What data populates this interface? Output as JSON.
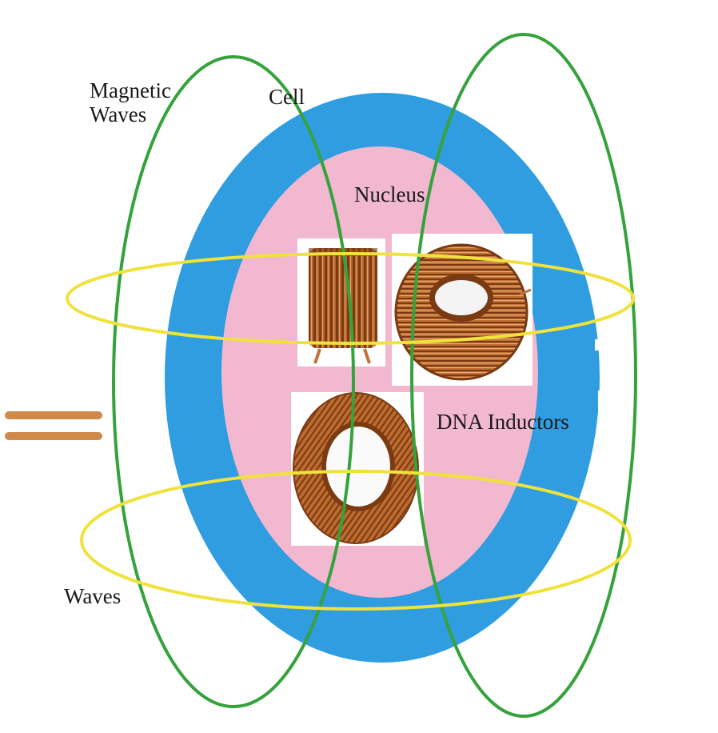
{
  "labels": {
    "magnetic_waves": "Magnetic\nWaves",
    "cell": "Cell",
    "nucleus": "Nucleus",
    "dna_inductors": "DNA Inductors",
    "waves": "Waves"
  },
  "colors": {
    "cell": "#2f9de0",
    "nucleus": "#f2b8cf",
    "magnetic_field_lines": "#35a23c",
    "wave_rings": "#f0e23c",
    "equals_sign": "#cf8a4a",
    "copper": "#b8662c",
    "copper_dark": "#7a3a12"
  },
  "icons": {
    "cylinder_coil": "cylinder-inductor-icon",
    "toroid_large": "toroidal-inductor-icon",
    "toroid_ring": "ring-inductor-icon",
    "equals": "equals-sign-icon"
  }
}
